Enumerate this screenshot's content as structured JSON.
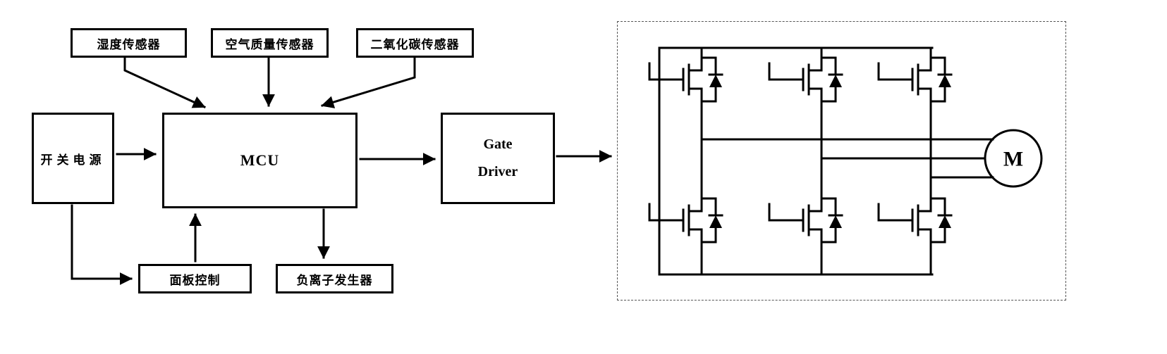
{
  "boxes": {
    "humidity_sensor": "湿度传感器",
    "air_quality_sensor": "空气质量传感器",
    "co2_sensor": "二氧化碳传感器",
    "power_supply": "开关电源",
    "mcu": "MCU",
    "gate_driver": {
      "line1": "Gate",
      "line2": "Driver"
    },
    "panel_control": "面板控制",
    "ion_generator": "负离子发生器"
  },
  "inverter": {
    "motor_label": "M",
    "mosfet_count": 6
  },
  "colors": {
    "line": "#000000",
    "background": "#ffffff",
    "dashed_border": "#555555"
  }
}
